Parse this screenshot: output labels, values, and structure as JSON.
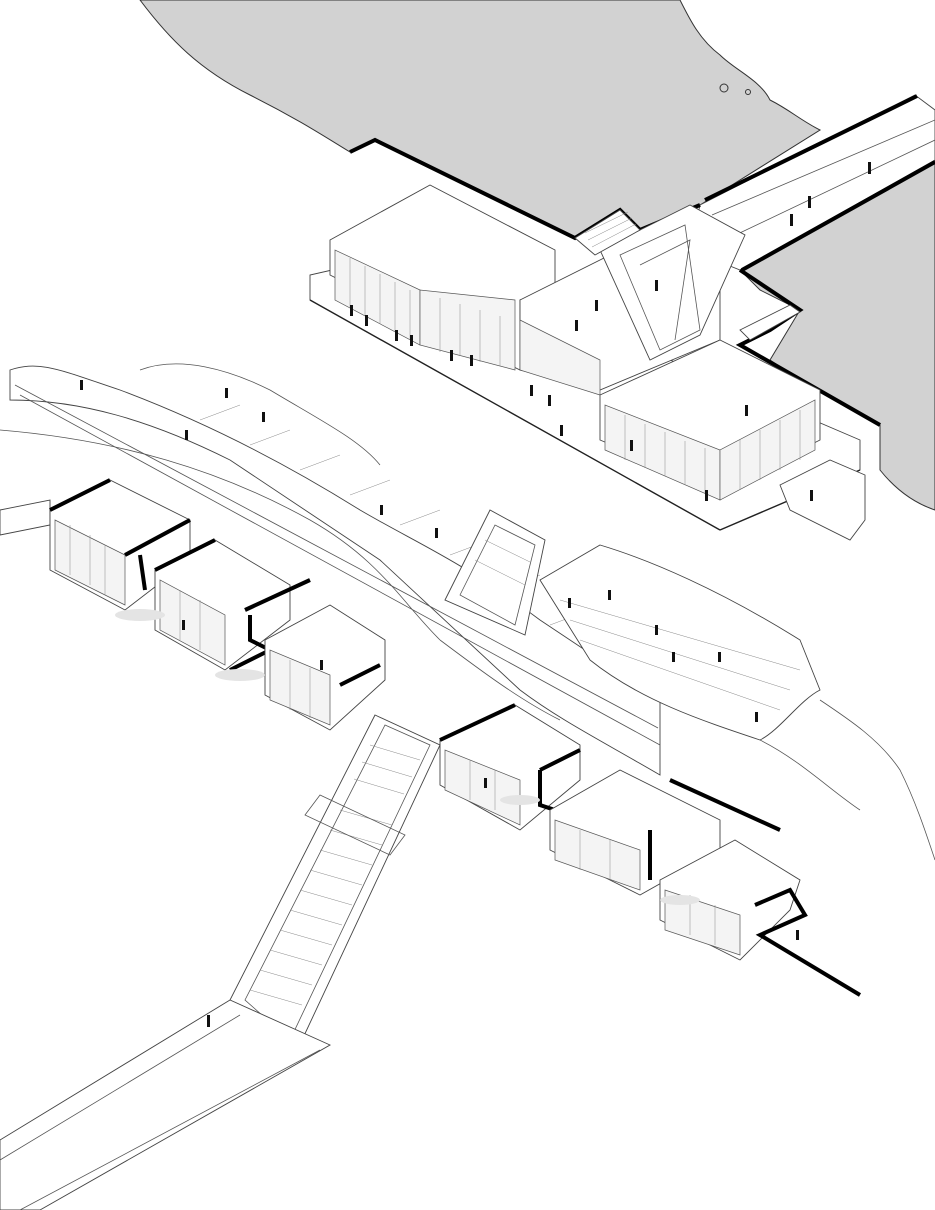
{
  "drawing": {
    "kind": "axonometric-architectural-diagram",
    "colors": {
      "background": "#ffffff",
      "water": "#d2d2d2",
      "line": "#444444",
      "cut_line": "#000000",
      "shadow": "#e4e4e4"
    },
    "components": [
      "water-body-top",
      "water-body-right",
      "main-building",
      "entrance-bridge",
      "central-terrace",
      "sloped-pavilion",
      "cabin-row-left",
      "cabin-row-right",
      "stair-ramp",
      "lower-walkway",
      "shoreline-path"
    ]
  }
}
